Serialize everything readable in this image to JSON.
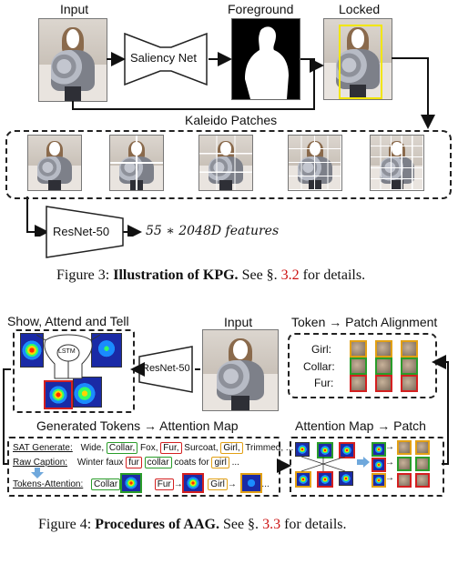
{
  "fig3": {
    "labels": {
      "input": "Input",
      "foreground": "Foreground",
      "locked": "Locked",
      "saliency_net": "Saliency Net",
      "kaleido_patches": "Kaleido Patches",
      "resnet": "ResNet-50",
      "features": "55 ∗ 2048D features"
    },
    "caption": {
      "prefix": "Figure 3: ",
      "bold": "Illustration of KPG.",
      "mid": " See §. ",
      "ref": "3.2",
      "suffix": " for details."
    }
  },
  "fig4": {
    "labels": {
      "show_attend_tell": "Show, Attend and Tell",
      "lstm": "LSTM",
      "input": "Input",
      "resnet": "ResNet-50",
      "token_patch_alignment": "Token → Patch Alignment",
      "generated_tokens": "Generated Tokens → Attention Map",
      "attention_map_patch": "Attention Map → Patch"
    },
    "alignment_rows": [
      "Girl:",
      "Collar:",
      "Fur:"
    ],
    "sat_generate": {
      "label": "SAT Generate:",
      "tokens": [
        "Wide,",
        "Collar,",
        "Fox,",
        "Fur,",
        "Surcoat,",
        "Girl,",
        "Trimmed,",
        "..."
      ]
    },
    "raw_caption": {
      "label": "Raw Caption:",
      "tokens": [
        "Winter",
        "faux",
        "fur",
        "collar",
        "coats",
        "for",
        "girl",
        "..."
      ]
    },
    "tokens_attention": {
      "label": "Tokens-Attention:",
      "tokens": [
        "Collar",
        "Fur",
        "Girl",
        "..."
      ]
    },
    "caption": {
      "prefix": "Figure 4: ",
      "bold": "Procedures of AAG.",
      "mid": " See §. ",
      "ref": "3.3",
      "suffix": " for details."
    }
  },
  "colors": {
    "highlight_red": "#d42020",
    "highlight_green": "#2a9d2a",
    "highlight_yellow": "#e2a014",
    "locked_box": "#f2e600",
    "reference": "#cc1111"
  }
}
